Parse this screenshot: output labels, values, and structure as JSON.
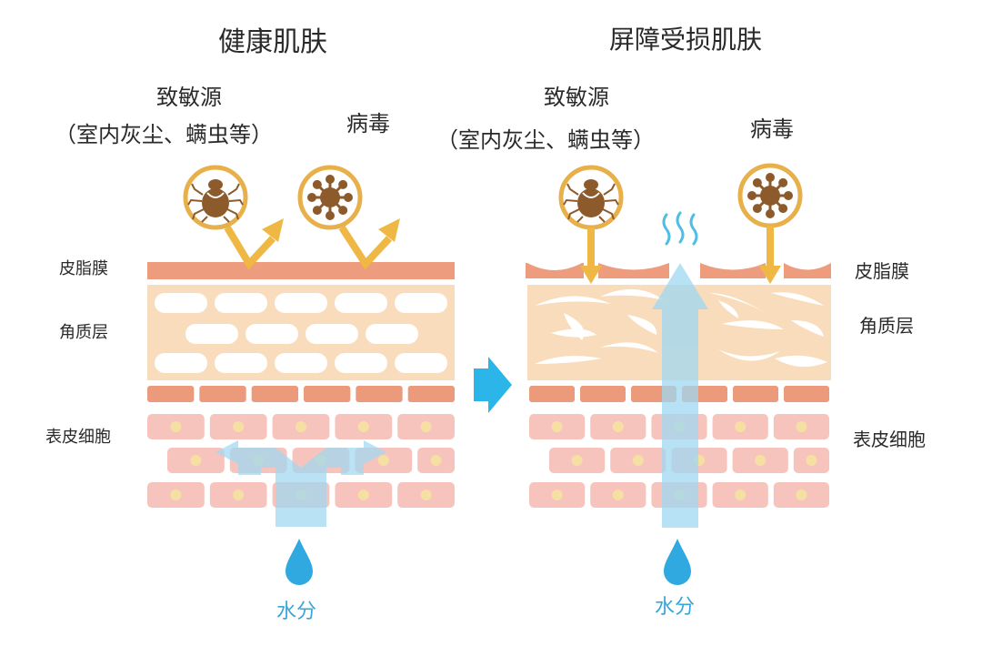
{
  "panels": {
    "healthy": {
      "title": "健康肌肤",
      "allergen_label": "致敏源",
      "allergen_detail": "（室内灰尘、螨虫等）",
      "virus_label": "病毒",
      "layer_sebum": "皮脂膜",
      "layer_stratum": "角质层",
      "layer_epidermis": "表皮细胞",
      "water_label": "水分"
    },
    "damaged": {
      "title": "屏障受损肌肤",
      "allergen_label": "致敏源",
      "allergen_detail": "（室内灰尘、螨虫等）",
      "virus_label": "病毒",
      "layer_sebum": "皮脂膜",
      "layer_stratum": "角质层",
      "layer_epidermis": "表皮细胞",
      "water_label": "水分"
    }
  },
  "icons": {
    "allergen": "mite-icon",
    "virus": "virus-icon",
    "water": "water-drop-icon",
    "transition": "arrow-right-icon",
    "evaporation": "steam-icon"
  },
  "colors": {
    "sebum": "#ee9c7e",
    "stratum_bg": "#f9dcbc",
    "keratin_cell": "#ffffff",
    "epidermis_dark": "#ec9a7c",
    "epidermis_cell": "#f7c4bd",
    "nucleus": "#f6dfa2",
    "icon_ring": "#e8b04a",
    "icon_fill": "#8c5a2b",
    "water_blue": "#3ab4e6",
    "water_arrow": "#a9dcf3"
  }
}
